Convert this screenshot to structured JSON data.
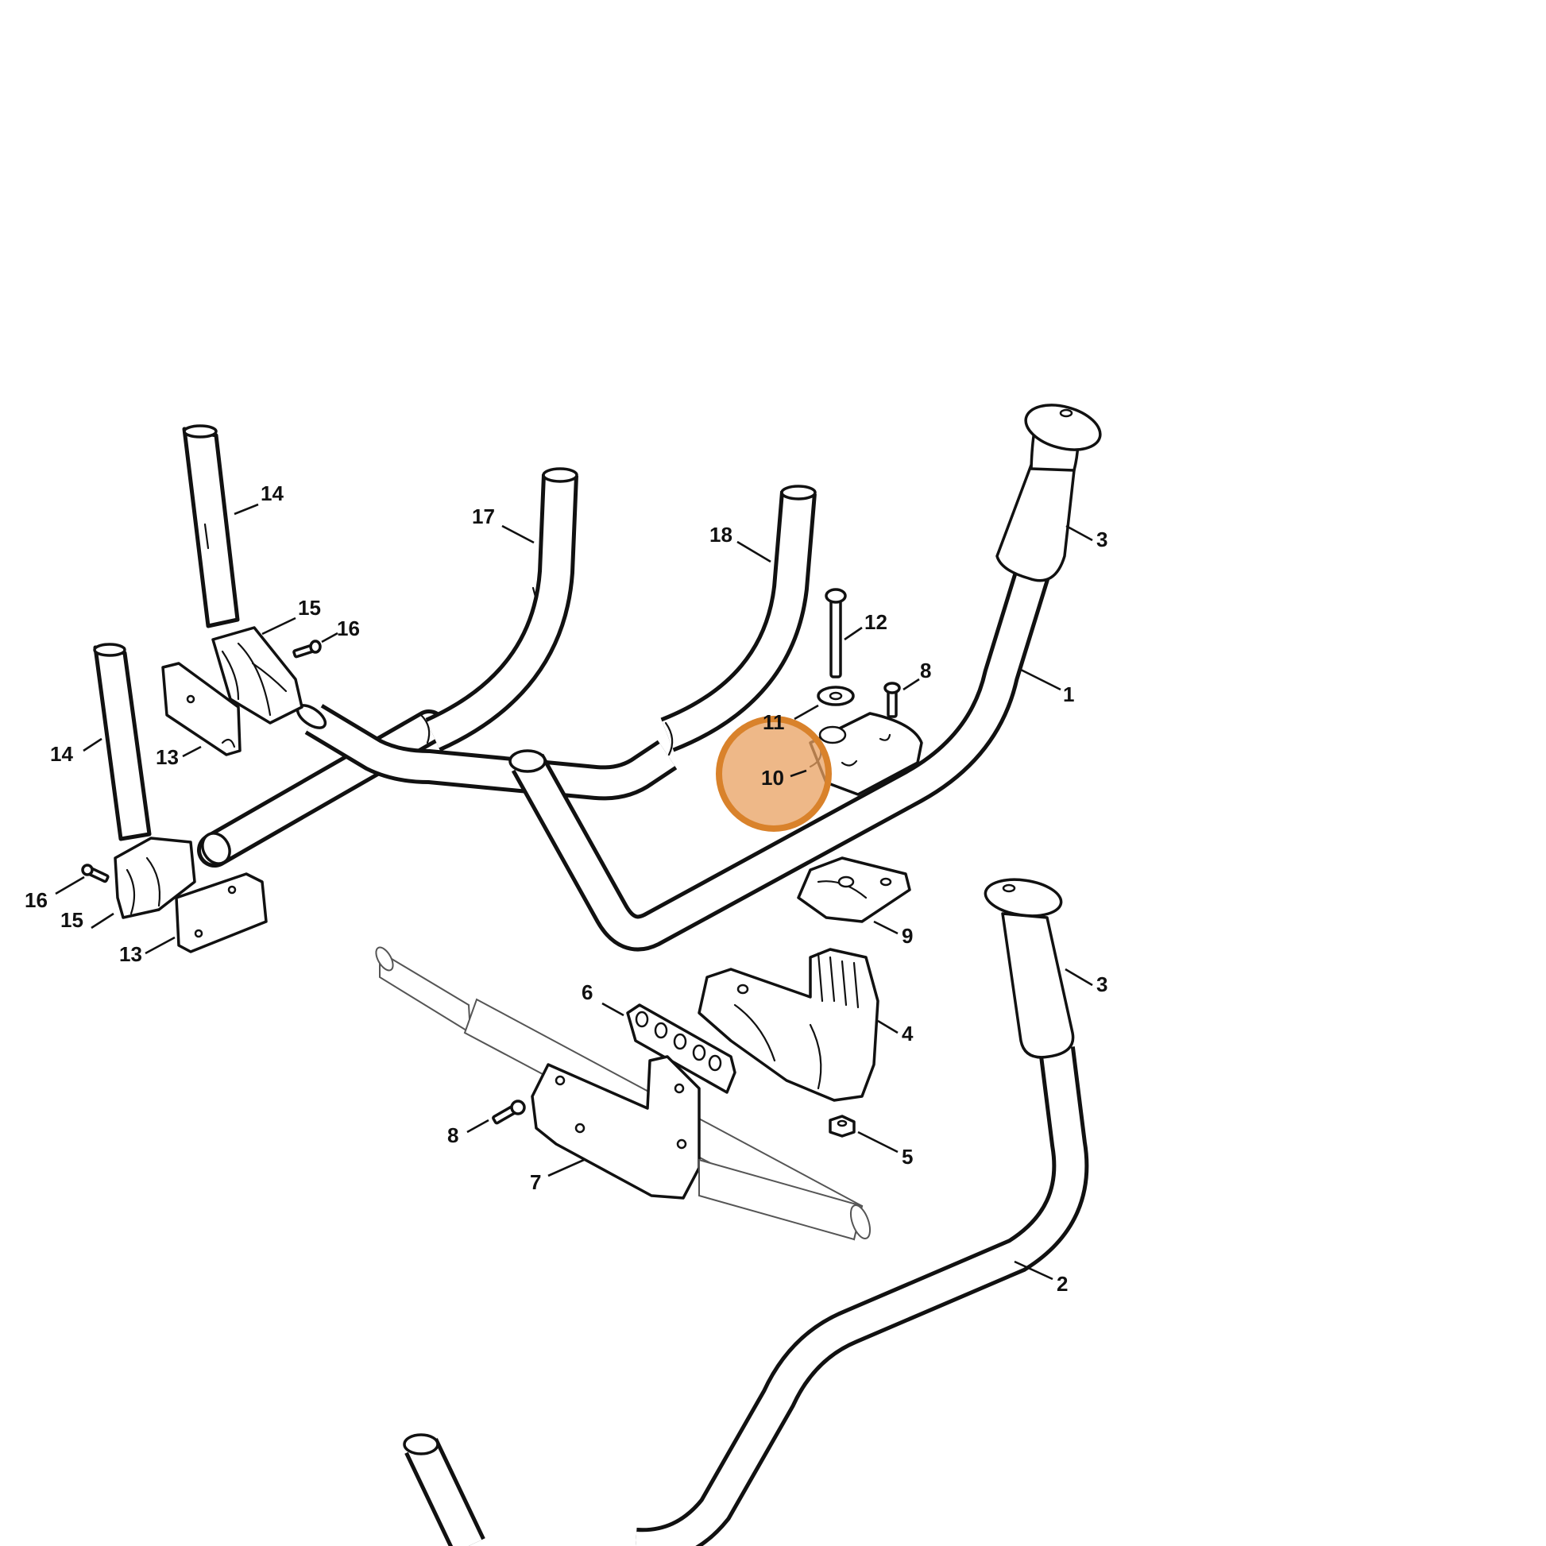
{
  "callouts": [
    {
      "id": "c1",
      "label": "1"
    },
    {
      "id": "c2",
      "label": "2"
    },
    {
      "id": "c3a",
      "label": "3"
    },
    {
      "id": "c3b",
      "label": "3"
    },
    {
      "id": "c4",
      "label": "4"
    },
    {
      "id": "c5",
      "label": "5"
    },
    {
      "id": "c6",
      "label": "6"
    },
    {
      "id": "c7",
      "label": "7"
    },
    {
      "id": "c8a",
      "label": "8"
    },
    {
      "id": "c8b",
      "label": "8"
    },
    {
      "id": "c9",
      "label": "9"
    },
    {
      "id": "c10",
      "label": "10"
    },
    {
      "id": "c11",
      "label": "11"
    },
    {
      "id": "c12",
      "label": "12"
    },
    {
      "id": "c13a",
      "label": "13"
    },
    {
      "id": "c13b",
      "label": "13"
    },
    {
      "id": "c14a",
      "label": "14"
    },
    {
      "id": "c14b",
      "label": "14"
    },
    {
      "id": "c15a",
      "label": "15"
    },
    {
      "id": "c15b",
      "label": "15"
    },
    {
      "id": "c16a",
      "label": "16"
    },
    {
      "id": "c16b",
      "label": "16"
    },
    {
      "id": "c17",
      "label": "17"
    },
    {
      "id": "c18",
      "label": "18"
    }
  ],
  "highlight": {
    "target": "10",
    "color": "#E8A060",
    "ring_color": "#D9822B"
  }
}
